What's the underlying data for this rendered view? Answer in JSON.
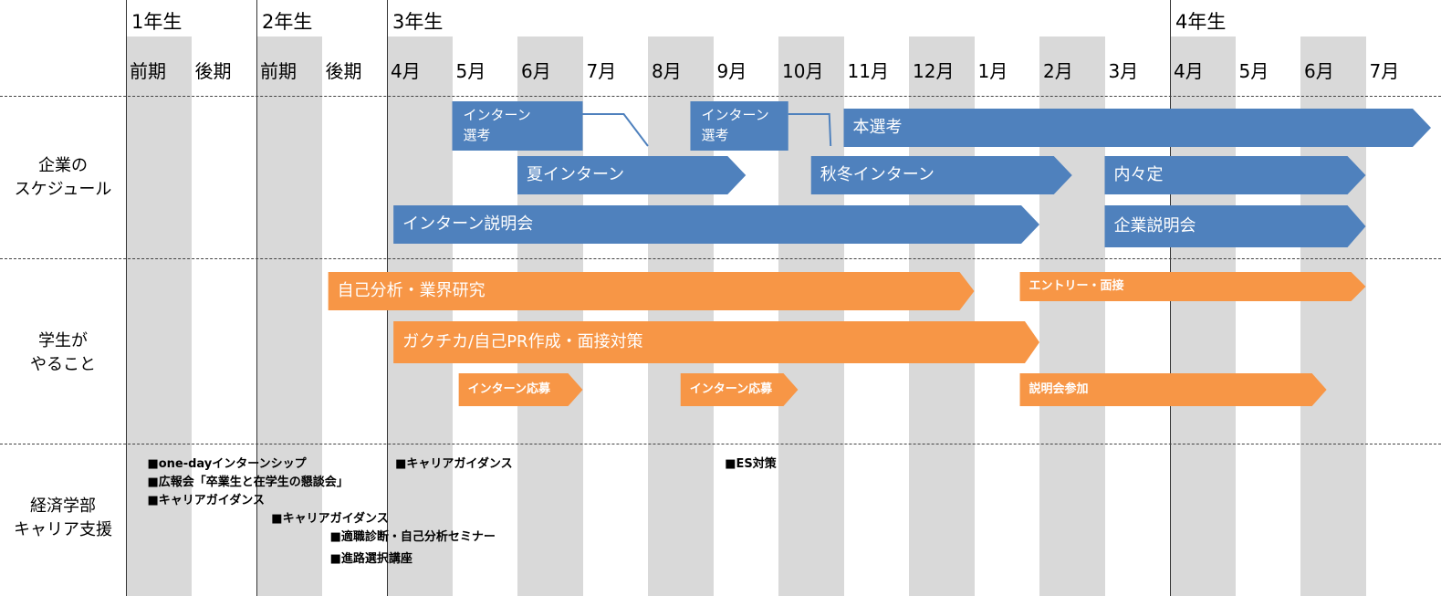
{
  "header": {
    "years": [
      "1年生",
      "2年生",
      "3年生",
      "4年生"
    ],
    "columns": [
      "前期",
      "後期",
      "前期",
      "後期",
      "4月",
      "5月",
      "6月",
      "7月",
      "8月",
      "9月",
      "10月",
      "11月",
      "12月",
      "1月",
      "2月",
      "3月",
      "4月",
      "5月",
      "6月",
      "7月"
    ]
  },
  "rows": {
    "company": "企業の\nスケジュール",
    "student": "学生が\nやること",
    "support": "経済学部\nキャリア支援"
  },
  "colors": {
    "company_blue": "#4f81bd",
    "student_orange": "#f79646",
    "stripe_gray": "#d9d9d9"
  },
  "company_bars": [
    {
      "label": "本選考",
      "start": 11,
      "end": 20
    },
    {
      "label": "夏インターン",
      "start": 6,
      "end": 9.5
    },
    {
      "label": "秋冬インターン",
      "start": 10.5,
      "end": 14.5
    },
    {
      "label": "内々定",
      "start": 15,
      "end": 19
    },
    {
      "label": "インターン説明会",
      "start": 4.1,
      "end": 14
    },
    {
      "label": "企業説明会",
      "start": 15,
      "end": 19
    }
  ],
  "company_callouts": [
    {
      "label": "インターン\n選考",
      "start": 5,
      "end": 7,
      "target_month": 8
    },
    {
      "label": "インターン\n選考",
      "start": 8.65,
      "end": 10.15,
      "target_month": 10.8
    }
  ],
  "student_bars": [
    {
      "label": "自己分析・業界研究",
      "start": 3.1,
      "end": 13
    },
    {
      "label": "エントリー・面接",
      "start": 13.7,
      "end": 19
    },
    {
      "label": "ガクチカ/自己PR作成・面接対策",
      "start": 4.1,
      "end": 14
    },
    {
      "label": "インターン応募",
      "start": 5.1,
      "end": 7
    },
    {
      "label": "インターン応募",
      "start": 8.5,
      "end": 10.3
    },
    {
      "label": "説明会参加",
      "start": 13.7,
      "end": 18.4
    }
  ],
  "support_items": [
    {
      "text": "■one-dayインターンシップ",
      "col": 0.3,
      "row": 0
    },
    {
      "text": "■広報会「卒業生と在学生の懇談会」",
      "col": 0.3,
      "row": 1
    },
    {
      "text": "■キャリアガイダンス",
      "col": 0.3,
      "row": 2
    },
    {
      "text": "■キャリアガイダンス",
      "col": 2.2,
      "row": 3
    },
    {
      "text": "■適職診断・自己分析セミナー",
      "col": 3.1,
      "row": 4
    },
    {
      "text": "■進路選択講座",
      "col": 3.1,
      "row": 5.2
    },
    {
      "text": "■キャリアガイダンス",
      "col": 4.1,
      "row": 0
    },
    {
      "text": "■ES対策",
      "col": 9.15,
      "row": 0
    }
  ]
}
